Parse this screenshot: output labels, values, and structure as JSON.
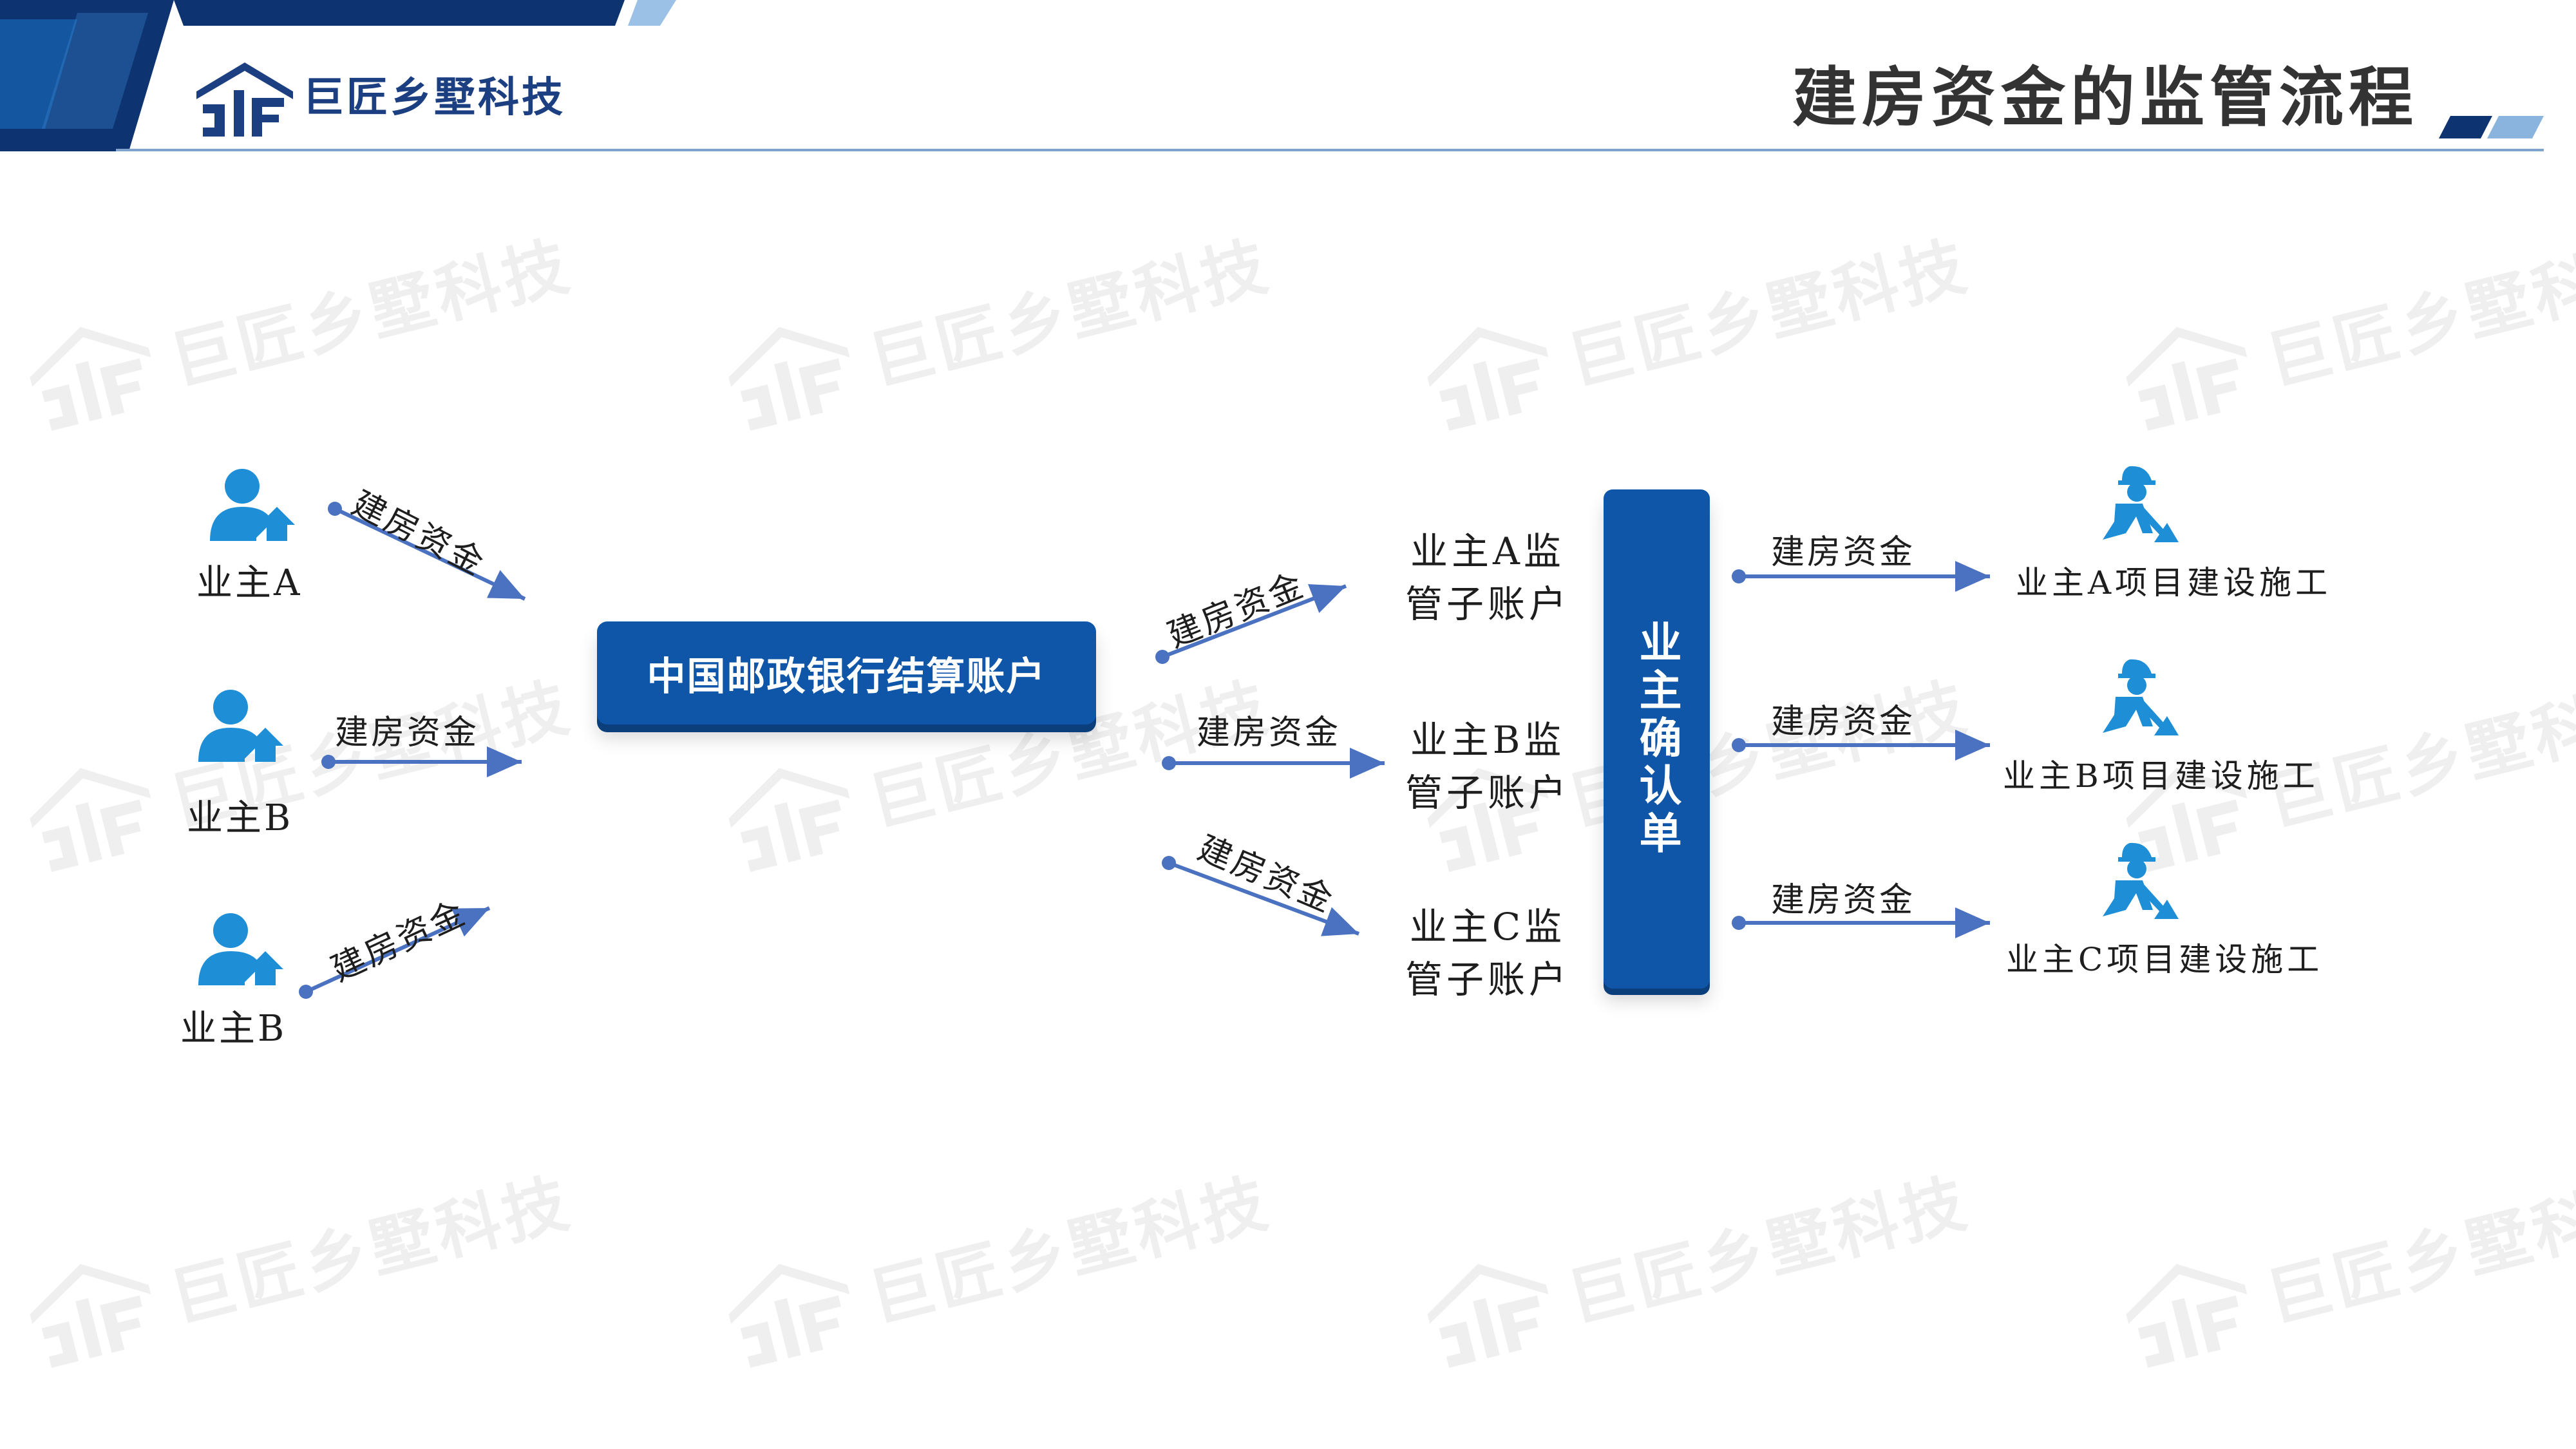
{
  "brand": {
    "name": "巨匠乡墅科技"
  },
  "header": {
    "title": "建房资金的监管流程"
  },
  "watermark": {
    "text": "巨匠乡墅科技"
  },
  "colors": {
    "primary": "#0f56a8",
    "arrow": "#4a72c0",
    "icon": "#1e8fd6",
    "brand_dark": "#0d3470"
  },
  "diagram": {
    "owners": [
      {
        "label": "业主A",
        "icon": "person-house-icon"
      },
      {
        "label": "业主B",
        "icon": "person-house-icon"
      },
      {
        "label": "业主B",
        "icon": "person-house-icon"
      }
    ],
    "flow_label": "建房资金",
    "bank_account": "中国邮政银行结算账户",
    "sub_accounts": [
      "业主A监管子账户",
      "业主B监管子账户",
      "业主C监管子账户"
    ],
    "confirmation": "业主确认单",
    "projects": [
      {
        "label": "业主A项目建设施工",
        "icon": "construction-worker-icon"
      },
      {
        "label": "业主B项目建设施工",
        "icon": "construction-worker-icon"
      },
      {
        "label": "业主C项目建设施工",
        "icon": "construction-worker-icon"
      }
    ]
  }
}
